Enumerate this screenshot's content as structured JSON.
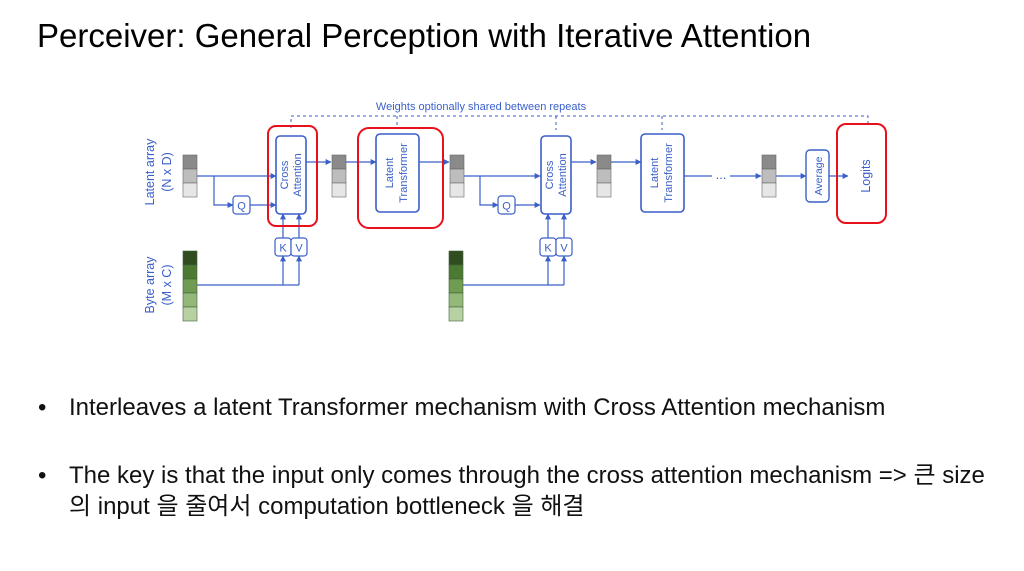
{
  "slide": {
    "title": "Perceiver: General Perception with Iterative Attention"
  },
  "diagram": {
    "shared_weights_label": "Weights optionally shared between repeats",
    "latent_array_label": "Latent array",
    "latent_array_dims": "(N x D)",
    "byte_array_label": "Byte array",
    "byte_array_dims": "(M x C)",
    "cross_attention_line1": "Cross",
    "cross_attention_line2": "Attention",
    "latent_transformer_line1": "Latent",
    "latent_transformer_line2": "Transformer",
    "query_label": "Q",
    "key_label": "K",
    "value_label": "V",
    "ellipsis": "...",
    "average_label": "Average",
    "logits_label": "Logits",
    "colors": {
      "diagram_blue": "#3a5fc9",
      "highlight_red": "#e8101a",
      "latent_dark": "#8a8a8a",
      "latent_mid": "#bdbdbd",
      "latent_light": "#e6e6e6",
      "byte_greens": [
        "#2f4d1f",
        "#4d7a33",
        "#6f9b52",
        "#93b87a",
        "#b7d1a3"
      ]
    }
  },
  "bullets": {
    "marker": "•",
    "item1": "Interleaves a latent Transformer mechanism with Cross Attention mechanism",
    "item2": "The key is that the input only comes through the cross attention mechanism => 큰 size 의 input 을 줄여서 computation bottleneck 을 해결"
  }
}
